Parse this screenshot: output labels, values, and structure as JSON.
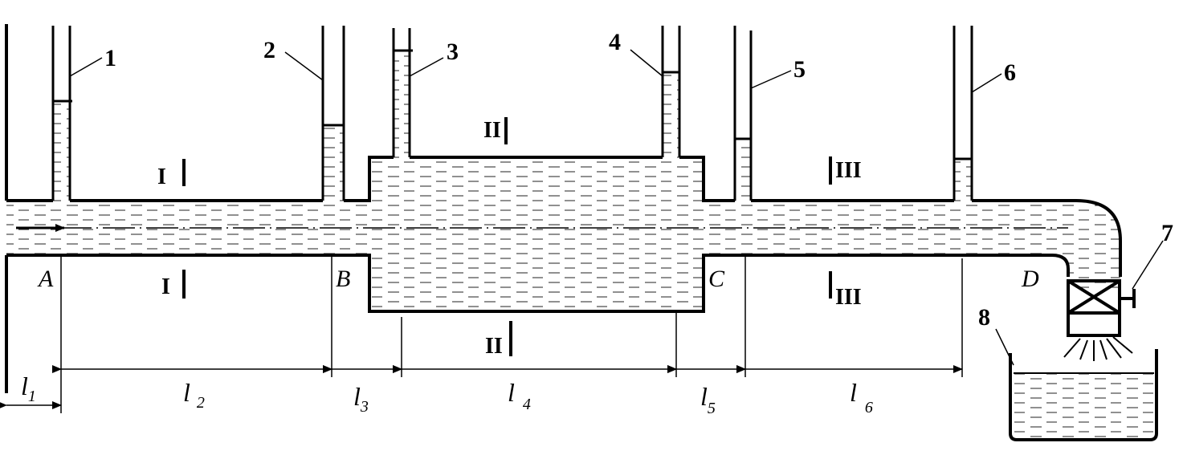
{
  "diagram": {
    "piezometers": [
      "1",
      "2",
      "3",
      "4",
      "5",
      "6"
    ],
    "valve_label": "7",
    "tank_label": "8",
    "points": [
      "A",
      "B",
      "C",
      "D"
    ],
    "sections": [
      "I",
      "II",
      "III"
    ],
    "dims": [
      {
        "main": "l",
        "sub": "1"
      },
      {
        "main": "l",
        "sub": "2"
      },
      {
        "main": "l",
        "sub": "3"
      },
      {
        "main": "l",
        "sub": "4"
      },
      {
        "main": "l",
        "sub": "5"
      },
      {
        "main": "l",
        "sub": "6"
      }
    ]
  }
}
